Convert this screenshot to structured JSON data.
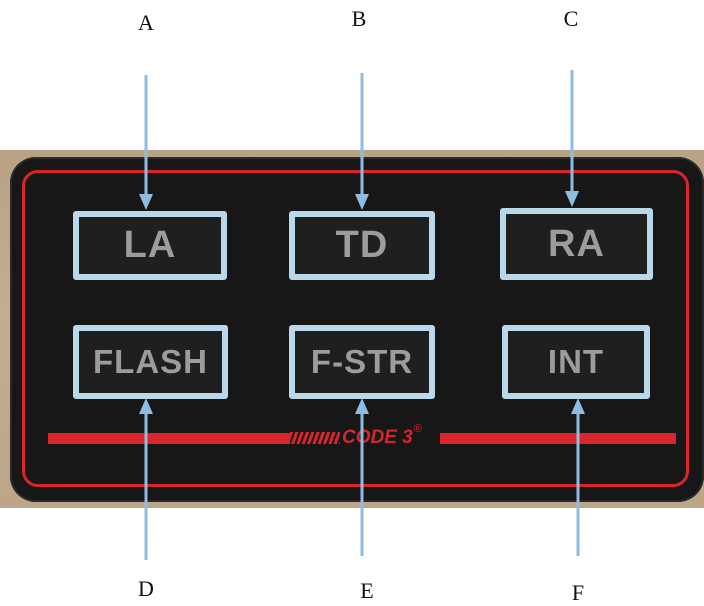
{
  "labels": {
    "top": [
      "A",
      "B",
      "C"
    ],
    "bottom": [
      "D",
      "E",
      "F"
    ]
  },
  "buttons": {
    "row1": [
      "LA",
      "TD",
      "RA"
    ],
    "row2": [
      "FLASH",
      "F-STR",
      "INT"
    ]
  },
  "brand": {
    "text": "CODE 3",
    "registered": "®"
  },
  "colors": {
    "panel": "#171717",
    "accent_red": "#d9242b",
    "button_border": "#b9d8ea",
    "button_text": "#9c9c9c",
    "arrow": "#8fbde0",
    "background": "#c3ad90"
  }
}
